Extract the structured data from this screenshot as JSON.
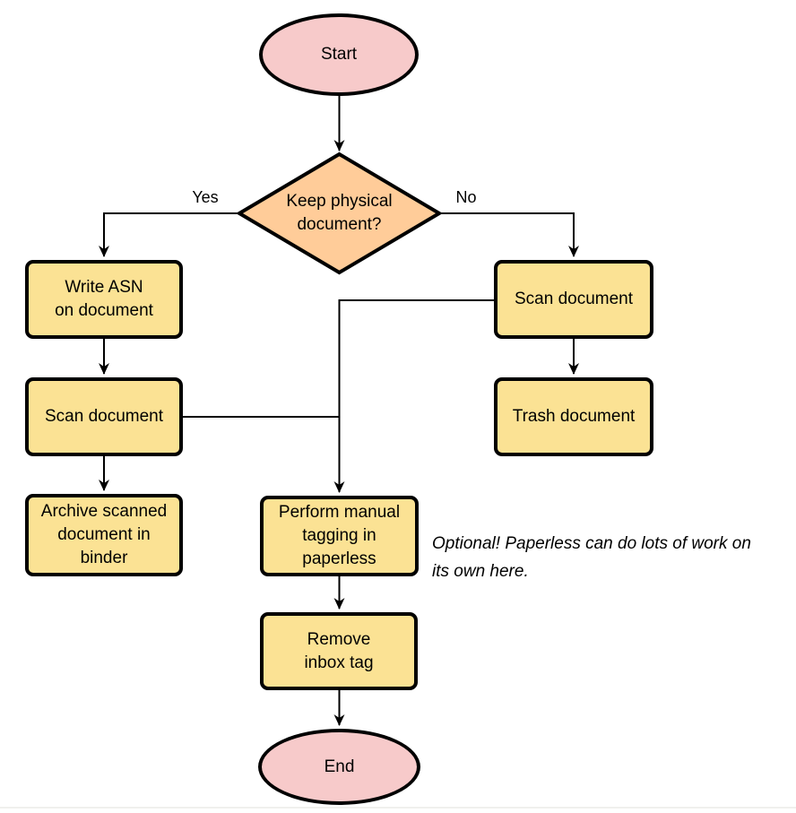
{
  "colors": {
    "terminator_fill": "#F7CACA",
    "decision_fill": "#FFCC99",
    "process_fill": "#FBE294",
    "stroke": "#000000",
    "line": "#000000",
    "bottom_rule": "#F0F0ED",
    "text": "#000000"
  },
  "nodes": {
    "start": "Start",
    "decision": "Keep physical\ndocument?",
    "write_asn": "Write ASN\non document",
    "scan_left": "Scan document",
    "archive": "Archive scanned\ndocument in\nbinder",
    "scan_right": "Scan document",
    "trash": "Trash document",
    "tagging": "Perform manual\ntagging in\npaperless",
    "remove_inbox": "Remove\ninbox tag",
    "end": "End"
  },
  "edge_labels": {
    "yes": "Yes",
    "no": "No"
  },
  "annotation": "Optional! Paperless can do lots of work on\nits own here."
}
